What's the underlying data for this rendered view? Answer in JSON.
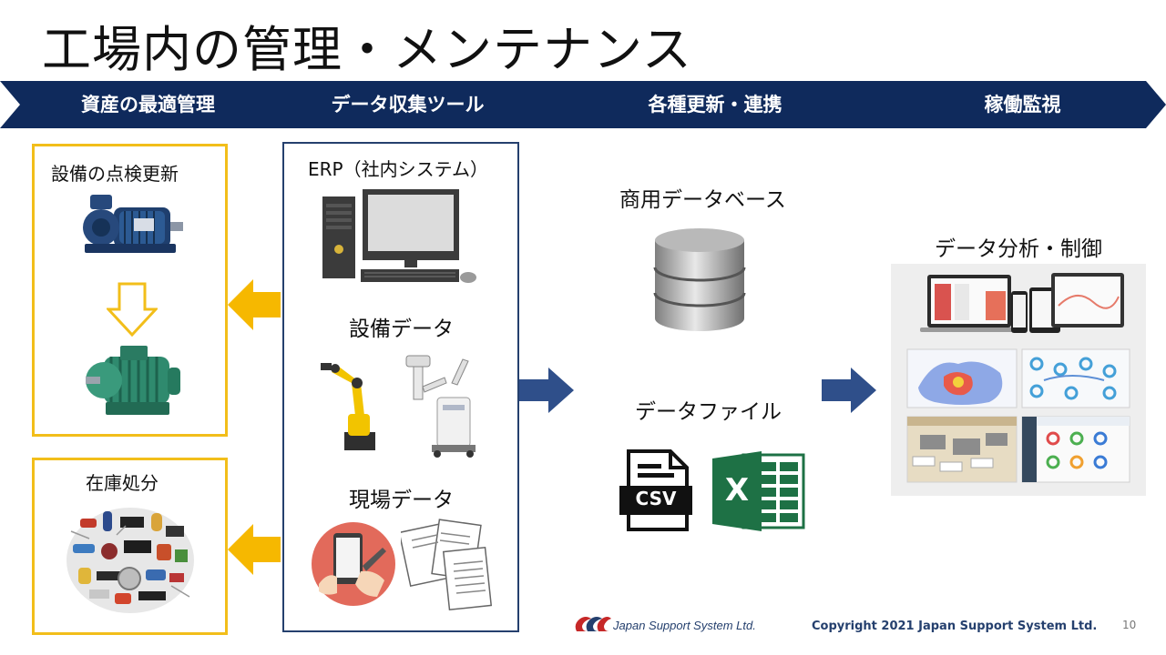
{
  "slide": {
    "title": "工場内の管理・メンテナンス",
    "page_number": "10"
  },
  "banner": {
    "steps": [
      "資産の最適管理",
      "データ収集ツール",
      "各種更新・連携",
      "稼働監視"
    ],
    "color": "#0f2a5c"
  },
  "asset_panel": {
    "equipment_label": "設備の点検更新",
    "inventory_label": "在庫処分"
  },
  "collection_panel": {
    "erp_label": "ERP（社内システム）",
    "equipment_data_label": "設備データ",
    "site_data_label": "現場データ"
  },
  "update_panel": {
    "db_label": "商用データベース",
    "file_label": "データファイル",
    "csv_text": "CSV",
    "excel_letter": "X"
  },
  "monitor_panel": {
    "analysis_label": "データ分析・制御"
  },
  "footer": {
    "company_logo_text": "Japan Support System Ltd.",
    "copyright": "Copyright 2021  Japan Support System Ltd."
  },
  "colors": {
    "accent_gold": "#f2be1a",
    "navy": "#25406e",
    "arrow_blue": "#2f4f8a",
    "excel_green": "#1e7145"
  }
}
